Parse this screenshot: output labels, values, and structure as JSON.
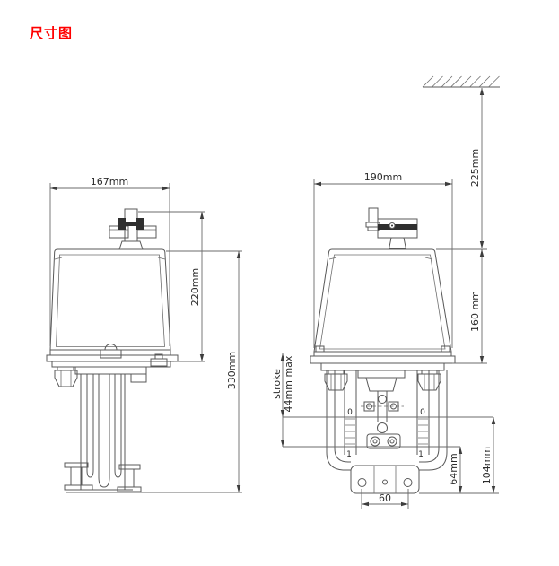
{
  "title": "尺寸图",
  "colors": {
    "title": "#ff0000",
    "drawing_line": "#585858",
    "dimension_line": "#6b6b6b",
    "dimension_text": "#2b2b2b",
    "background": "#ffffff"
  },
  "views": {
    "front": {
      "dim_width": "167mm",
      "dim_upper_height": "220mm",
      "dim_total_height": "330mm"
    },
    "side": {
      "dim_width": "190mm",
      "dim_ceiling": "225mm",
      "dim_body": "160 mm",
      "stroke_label": "stroke",
      "stroke_value": "44mm max",
      "dim_bracket": "104mm",
      "dim_lower": "64mm",
      "dim_holes": "60",
      "mark_open": "0",
      "mark_closed": "1"
    }
  }
}
